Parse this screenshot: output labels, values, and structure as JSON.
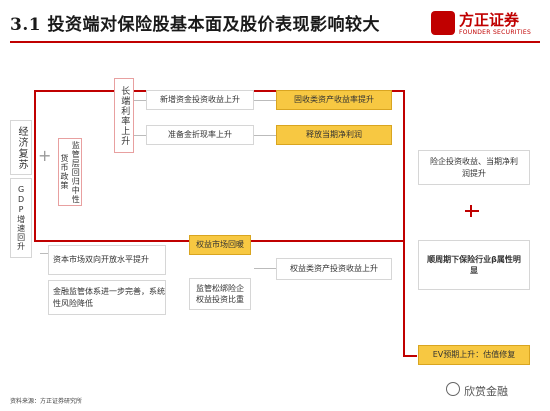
{
  "title": "3.1 投资端对保险股基本面及股价表现影响较大",
  "logo": {
    "cn": "方正证券",
    "en": "FOUNDER SECURITIES"
  },
  "left": {
    "recovery": "经济复苏",
    "gdp": "GDP增速回升",
    "plus": "+",
    "policy": "监管层回归中性货币政策"
  },
  "upper": {
    "rate": "长端利率上升",
    "yield": "新增资金投资收益上升",
    "reserve": "准备金折现率上升",
    "fixed": "固收类资产收益率提升",
    "profit": "释放当期净利润"
  },
  "lower": {
    "capital": "资本市场双向开放水平提升",
    "regulation": "金融监管体系进一步完善，系统性风险降低",
    "equity": "权益市场回暖",
    "loosen": "监管松绑险企权益投资比重",
    "equity_yield": "权益类资产投资收益上升"
  },
  "right": {
    "invest": "险企投资收益、当期净利润提升",
    "beta": "顺周期下保险行业β属性明显",
    "ev": "EV预期上升：估值修复"
  },
  "footer": "资料来源：方正证券研究所",
  "watermark": "欣赏金融"
}
